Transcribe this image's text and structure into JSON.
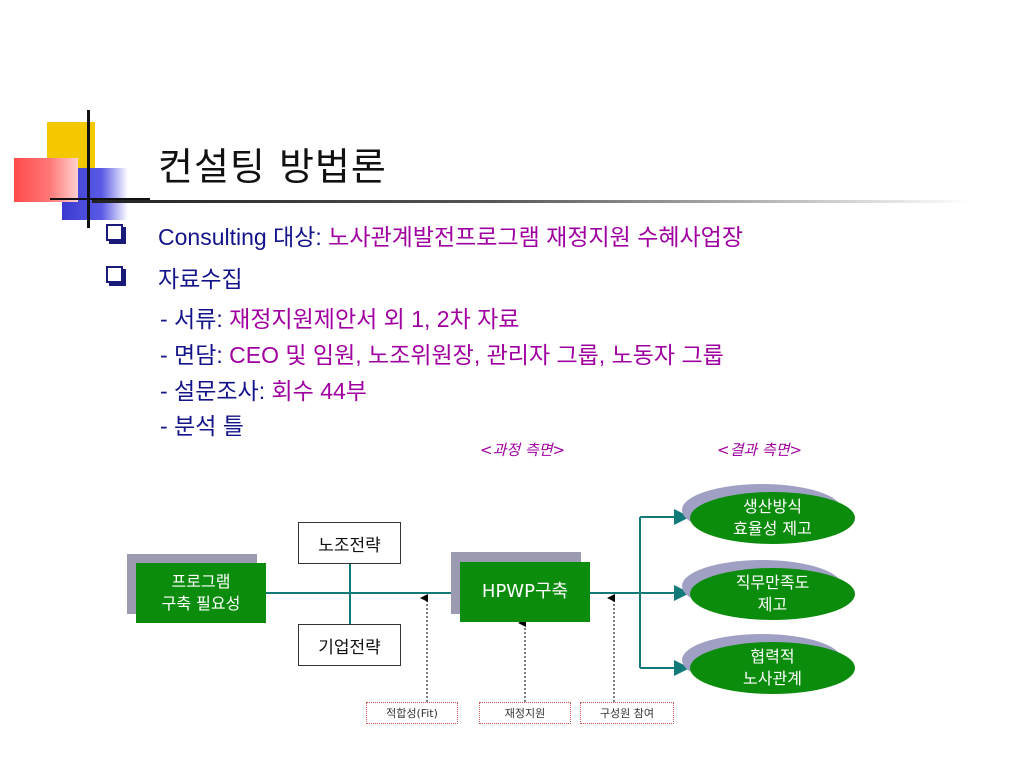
{
  "title": "컨설팅 방법론",
  "bullets": [
    {
      "label": "Consulting 대상:",
      "value": "노사관계발전프로그램 재정지원 수혜사업장"
    },
    {
      "label": "자료수집"
    }
  ],
  "sub_items": [
    {
      "label": "- 서류:",
      "value": "재정지원제안서 외 1, 2차 자료"
    },
    {
      "label": "- 면담:",
      "value": "CEO 및 임원, 노조위원장, 관리자 그룹, 노동자 그룹"
    },
    {
      "label": "- 설문조사:",
      "value": "회수 44부"
    },
    {
      "label": "- 분석 틀",
      "value": ""
    }
  ],
  "diagram": {
    "process_label": "<과정 측면>",
    "result_label": "<결과 측면>",
    "program_need": [
      "프로그램",
      "구축 필요성"
    ],
    "union_strategy": "노조전략",
    "corp_strategy": "기업전략",
    "hpwp": "HPWP구축",
    "results": [
      [
        "생산방식",
        "효율성 제고"
      ],
      [
        "직무만족도",
        "제고"
      ],
      [
        "협력적",
        "노사관계"
      ]
    ],
    "factors": [
      "적합성(Fit)",
      "재정지원",
      "구성원 참여"
    ]
  }
}
